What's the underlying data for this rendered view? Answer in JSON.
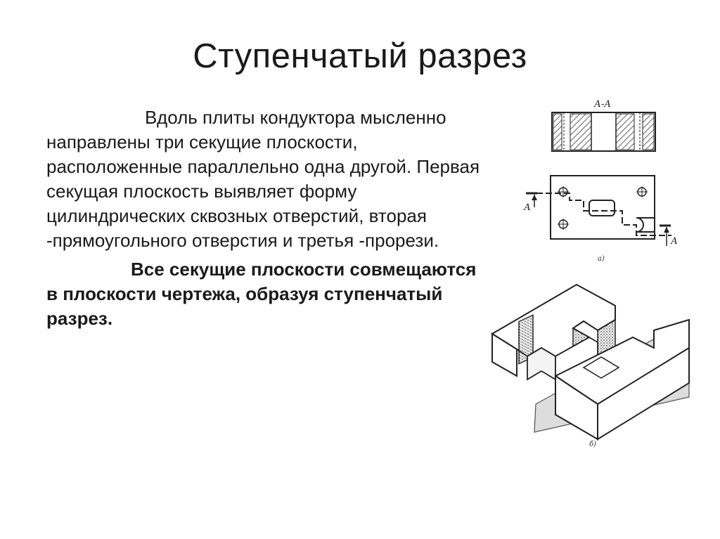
{
  "slide": {
    "title": "Ступенчатый разрез",
    "paragraph_1": "Вдоль плиты кондуктора мысленно направлены три секущие плоскости, расположенные параллельно одна другой. Первая секущая плоскость выявляет форму цилиндрических сквозных отверстий, вторая -прямоугольного отверстия и третья -прорези.",
    "paragraph_2": "Все секущие плоскости совмещаются в плоскости чертежа, образуя ступенчатый разрез."
  },
  "figure": {
    "section_label": "А-А",
    "cut_label_left": "А",
    "cut_label_right": "А",
    "caption_a": "а)",
    "caption_b": "б)",
    "plane_label": "А"
  }
}
